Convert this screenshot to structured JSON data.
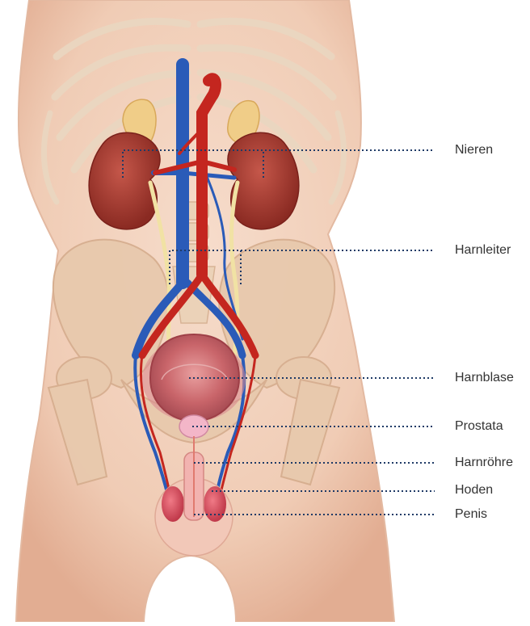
{
  "labels": {
    "kidneys": "Nieren",
    "ureters": "Harnleiter",
    "bladder": "Harnblase",
    "prostate": "Prostata",
    "urethra": "Harnröhre",
    "testes": "Hoden",
    "penis": "Penis"
  },
  "colors": {
    "skin": "#f2d2bd",
    "skin_shadow": "#e4b49a",
    "bone": "#e9d0b6",
    "kidney": "#a23a2e",
    "adrenal": "#eec98a",
    "artery": "#c4261f",
    "vein": "#2a5bb8",
    "ureter": "#f1e2a4",
    "bladder": "#c85a5f",
    "leader_line": "#1f3a66"
  }
}
